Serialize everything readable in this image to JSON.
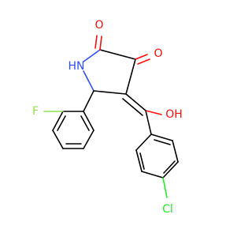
{
  "molecule": {
    "atoms": {
      "o_ketone_1": "O",
      "o_ketone_2": "O",
      "n_amide": "H​N",
      "o_hydroxyl": "OH",
      "f": "F",
      "cl": "Cl"
    },
    "label_colors": {
      "O": "#ff0d0d",
      "N": "#3050f8",
      "F": "#90e050",
      "Cl": "#1ff01f"
    }
  }
}
